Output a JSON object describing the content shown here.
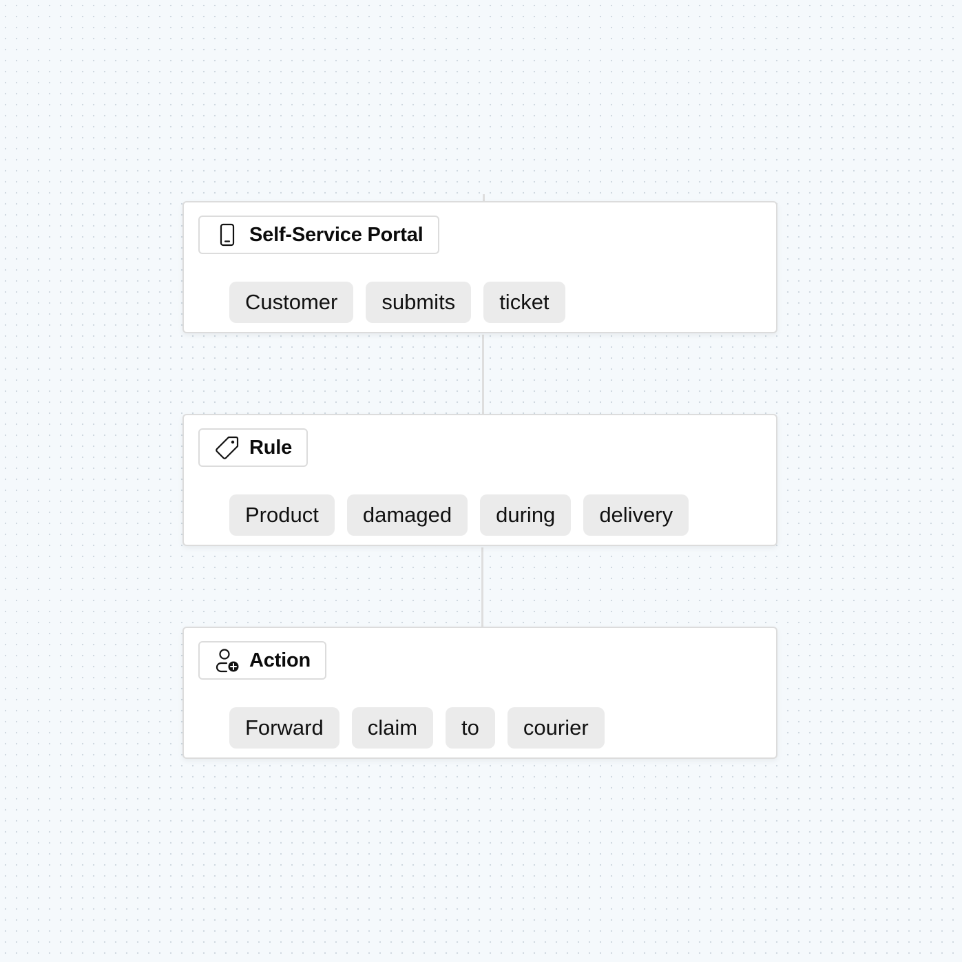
{
  "flow": {
    "steps": [
      {
        "title": "Self-Service Portal",
        "icon": "smartphone-icon",
        "tokens": [
          "Customer",
          "submits",
          "ticket"
        ]
      },
      {
        "title": "Rule",
        "icon": "tag-icon",
        "tokens": [
          "Product",
          "damaged",
          "during",
          "delivery"
        ]
      },
      {
        "title": "Action",
        "icon": "user-add-icon",
        "tokens": [
          "Forward",
          "claim",
          "to",
          "courier"
        ]
      }
    ]
  },
  "colors": {
    "background": "#f5f9fc",
    "card": "#ffffff",
    "border": "#dcdcdc",
    "token": "#ebebeb",
    "connector": "#dedede"
  }
}
